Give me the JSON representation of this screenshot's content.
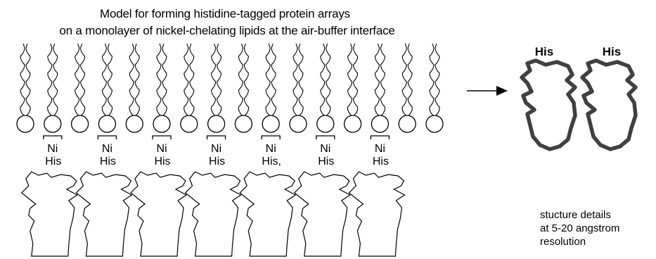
{
  "title": {
    "line1": "Model for forming histidine-tagged protein arrays",
    "line2": "on a monolayer of nickel-chelating lipids at the air-buffer interface"
  },
  "lipid_monolayer": {
    "lipid_count": 16,
    "chelating_lipid_positions": [
      1,
      3,
      5,
      7,
      9,
      11,
      13
    ]
  },
  "tag_labels": {
    "metal": "Ni",
    "tag": "His",
    "tag_variant_5": "His,"
  },
  "result": {
    "labels": [
      "His",
      "His"
    ]
  },
  "caption": {
    "line1": "stucture details",
    "line2": "at 5-20 angstrom",
    "line3": "resolution"
  },
  "colors": {
    "outline": "#000000",
    "result_outline": "#404040",
    "background": "#ffffff"
  },
  "icons": {
    "arrow": "right-arrow-icon"
  }
}
